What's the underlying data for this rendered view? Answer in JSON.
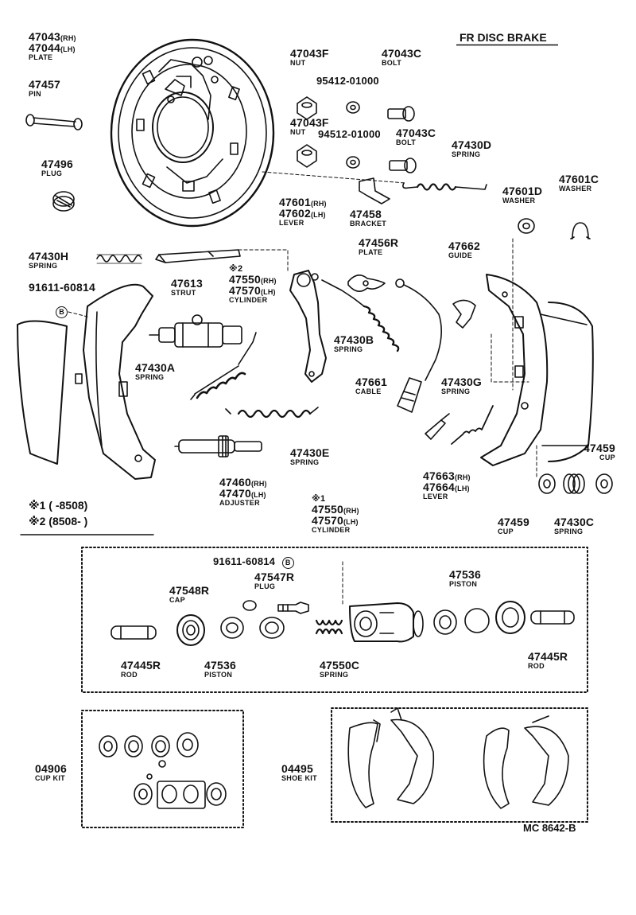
{
  "header": {
    "title": "FR DISC BRAKE",
    "code": "MC 8642-B"
  },
  "notes": {
    "n1": {
      "mark": "※1",
      "text": "( -8508)"
    },
    "n2": {
      "mark": "※2",
      "text": "(8508- )"
    }
  },
  "callout": "B",
  "parts": {
    "plate": {
      "pn_rh": "47043",
      "sfx_rh": "(RH)",
      "pn_lh": "47044",
      "sfx_lh": "(LH)",
      "name": "PLATE"
    },
    "pin": {
      "pn": "47457",
      "name": "PIN"
    },
    "plug": {
      "pn": "47496",
      "name": "PLUG"
    },
    "spring_h": {
      "pn": "47430H",
      "name": "SPRING"
    },
    "pin2": {
      "pn": "91611-60814"
    },
    "strut": {
      "pn": "47613",
      "name": "STRUT"
    },
    "cyl_top": {
      "mark": "※2",
      "pn_rh": "47550",
      "sfx_rh": "(RH)",
      "pn_lh": "47570",
      "sfx_lh": "(LH)",
      "name": "CYLINDER"
    },
    "spring_a": {
      "pn": "47430A",
      "name": "SPRING"
    },
    "spring_e": {
      "pn": "47430E",
      "name": "SPRING"
    },
    "adjuster": {
      "pn_rh": "47460",
      "sfx_rh": "(RH)",
      "pn_lh": "47470",
      "sfx_lh": "(LH)",
      "name": "ADJUSTER"
    },
    "nut1": {
      "pn": "47043F",
      "name": "NUT"
    },
    "nut2": {
      "pn": "47043F",
      "name": "NUT"
    },
    "washer1": {
      "pn": "95412-01000"
    },
    "washer2": {
      "pn": "94512-01000"
    },
    "bolt1": {
      "pn": "47043C",
      "name": "BOLT"
    },
    "bolt2": {
      "pn": "47043C",
      "name": "BOLT"
    },
    "spring_d": {
      "pn": "47430D",
      "name": "SPRING"
    },
    "bracket": {
      "pn": "47458",
      "name": "BRACKET"
    },
    "lever_top": {
      "pn_rh": "47601",
      "sfx_rh": "(RH)",
      "pn_lh": "47602",
      "sfx_lh": "(LH)",
      "name": "LEVER"
    },
    "plate_r": {
      "pn": "47456R",
      "name": "PLATE"
    },
    "spring_b": {
      "pn": "47430B",
      "name": "SPRING"
    },
    "cable": {
      "pn": "47661",
      "name": "CABLE"
    },
    "guide": {
      "pn": "47662",
      "name": "GUIDE"
    },
    "washer_d": {
      "pn": "47601D",
      "name": "WASHER"
    },
    "washer_c": {
      "pn": "47601C",
      "name": "WASHER"
    },
    "spring_g": {
      "pn": "47430G",
      "name": "SPRING"
    },
    "lever_bot": {
      "pn_rh": "47663",
      "sfx_rh": "(RH)",
      "pn_lh": "47664",
      "sfx_lh": "(LH)",
      "name": "LEVER"
    },
    "cup_r": {
      "pn": "47459",
      "name": "CUP"
    },
    "cup_b": {
      "pn": "47459",
      "name": "CUP"
    },
    "spring_c": {
      "pn": "47430C",
      "name": "SPRING"
    },
    "cyl_mid": {
      "mark": "※1",
      "pn_rh": "47550",
      "sfx_rh": "(RH)",
      "pn_lh": "47570",
      "sfx_lh": "(LH)",
      "name": "CYLINDER"
    },
    "pin3": {
      "pn": "91611-60814"
    },
    "plug_r": {
      "pn": "47547R",
      "name": "PLUG"
    },
    "cap_r": {
      "pn": "47548R",
      "name": "CAP"
    },
    "piston_r": {
      "pn": "47536",
      "name": "PISTON"
    },
    "rod_l": {
      "pn": "47445R",
      "name": "ROD"
    },
    "piston_l": {
      "pn": "47536",
      "name": "PISTON"
    },
    "spring_550c": {
      "pn": "47550C",
      "name": "SPRING"
    },
    "rod_r": {
      "pn": "47445R",
      "name": "ROD"
    },
    "cupkit": {
      "pn": "04906",
      "name": "CUP KIT"
    },
    "shoekit": {
      "pn": "04495",
      "name": "SHOE KIT"
    }
  }
}
